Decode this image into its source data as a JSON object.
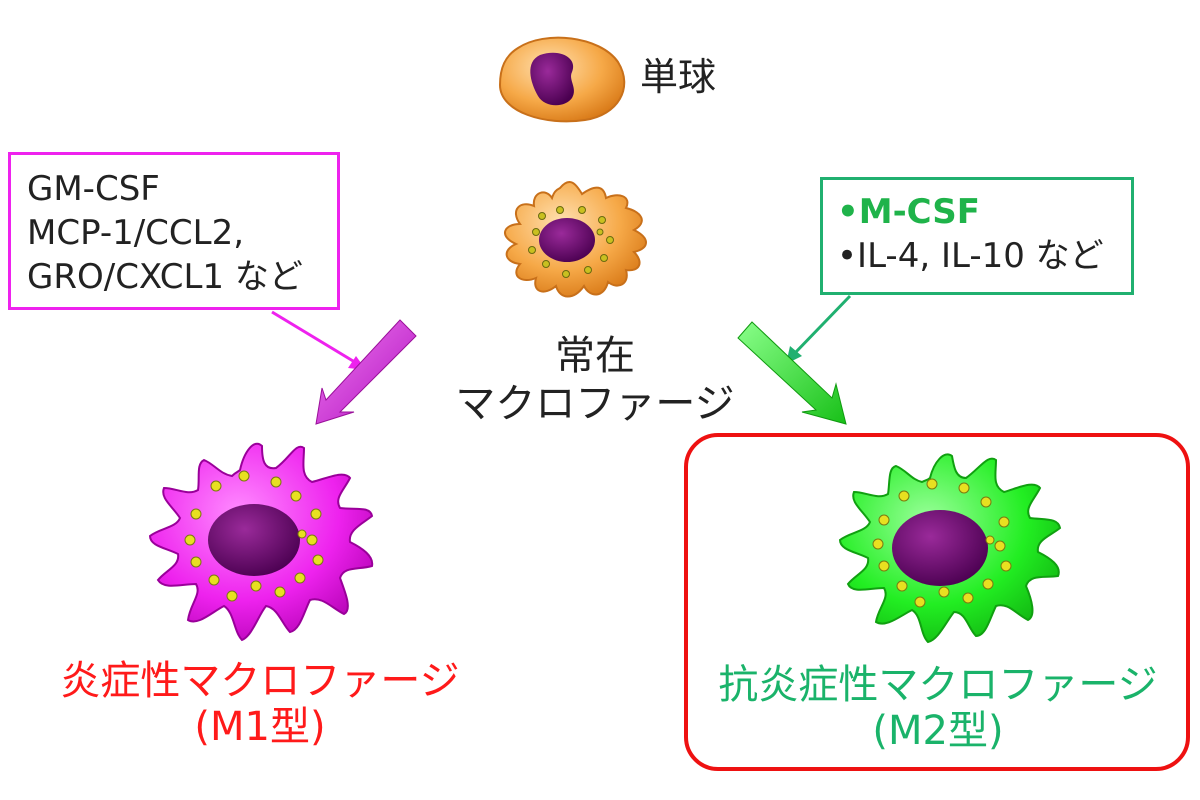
{
  "monocyte": {
    "label": "単球"
  },
  "resident_macrophage": {
    "label_line1": "常在",
    "label_line2": "マクロファージ"
  },
  "m1_factors": {
    "lines": [
      "GM-CSF",
      "MCP-1/CCL2,",
      "GRO/CXCL1 など"
    ]
  },
  "m2_factors": {
    "lines": [
      "•M-CSF",
      "•IL-4, IL-10 など"
    ]
  },
  "m1_macrophage": {
    "label_line1": "炎症性マクロファージ",
    "label_line2": "(M1型)"
  },
  "m2_macrophage": {
    "label_line1": "抗炎症性マクロファージ",
    "label_line2": "(M2型)"
  },
  "colors": {
    "m1_cell": "#ee22ee",
    "m2_cell": "#22ee22",
    "resident_cell": "#f5a54a",
    "monocyte_cell": "#f6a948",
    "nucleus": "#6a0a6a",
    "granule": "#e8e020",
    "m1_text": "#ff1a1a",
    "m2_text": "#1ab36a",
    "highlight_frame": "#ee1111"
  }
}
